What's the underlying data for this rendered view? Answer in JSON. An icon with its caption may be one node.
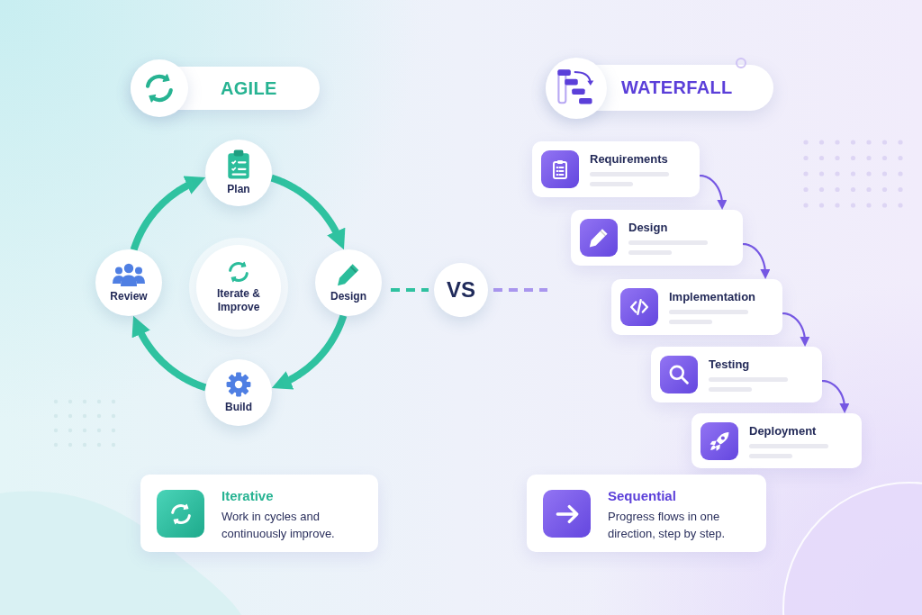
{
  "diagram": {
    "nodes": [
      {
        "text": [
          "AGILE"
        ]
      },
      {
        "text": [
          "Plan"
        ]
      },
      {
        "text": [
          "Design"
        ]
      },
      {
        "text": [
          "Build"
        ]
      },
      {
        "text": [
          "Review"
        ]
      },
      {
        "text": [
          "Iterate & Improve"
        ]
      },
      {
        "text": [
          "VS"
        ]
      },
      {
        "text": [
          "WATERFALL"
        ]
      },
      {
        "text": [
          "Requirements"
        ]
      },
      {
        "text": [
          "Design"
        ]
      },
      {
        "text": [
          "Implementation"
        ]
      },
      {
        "text": [
          "Testing"
        ]
      },
      {
        "text": [
          "Deployment"
        ]
      },
      {
        "text": [
          "Iterative",
          "Work in cycles and continuously improve."
        ]
      },
      {
        "text": [
          "Sequential",
          "Progress flows in one direction, step by step."
        ]
      }
    ],
    "edges": [
      {
        "from": 1,
        "to": 2,
        "arrow": "to",
        "style": "thick"
      },
      {
        "from": 2,
        "to": 3,
        "arrow": "to",
        "style": "thick"
      },
      {
        "from": 3,
        "to": 4,
        "arrow": "to",
        "style": "thick"
      },
      {
        "from": 4,
        "to": 1,
        "arrow": "to",
        "style": "thick"
      },
      {
        "from": 2,
        "to": 6,
        "arrow": "none",
        "style": "dashed"
      },
      {
        "from": 6,
        "to": null,
        "arrow": "none",
        "style": "dashed",
        "color": "#a996ee"
      },
      {
        "from": 8,
        "to": 9,
        "arrow": "to",
        "color": "#7658e3"
      },
      {
        "from": 9,
        "to": 10,
        "arrow": "to",
        "color": "#7658e3"
      },
      {
        "from": 10,
        "to": 11,
        "arrow": "to",
        "color": "#7658e3"
      },
      {
        "from": 11,
        "to": 12,
        "arrow": "to",
        "color": "#7658e3"
      }
    ]
  }
}
